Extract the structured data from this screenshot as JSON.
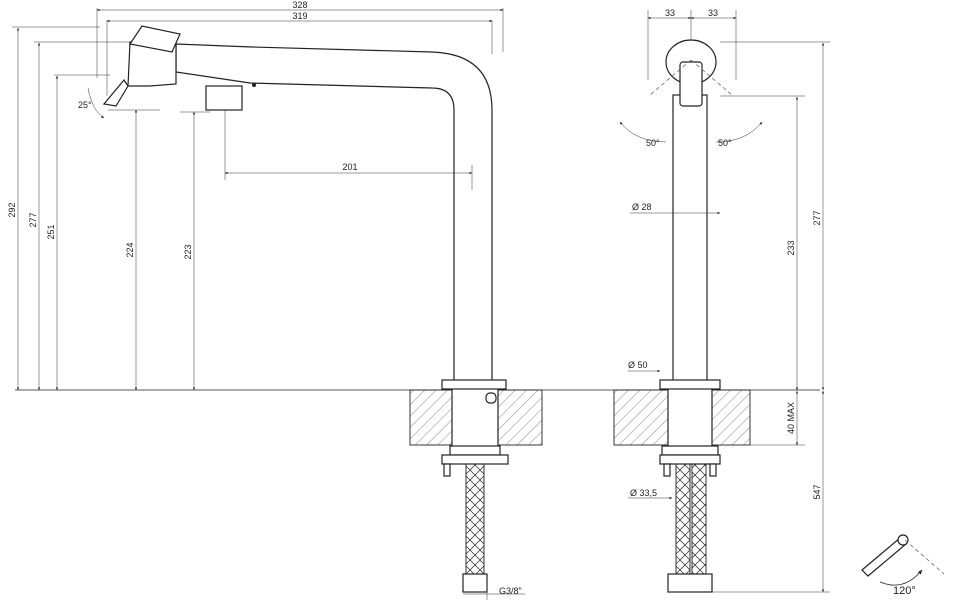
{
  "dimensions": {
    "side": {
      "overall_width": "328",
      "spout_width": "319",
      "reach": "201",
      "h292": "292",
      "h277": "277",
      "h251": "251",
      "h224": "224",
      "h223": "223",
      "angle": "25°"
    },
    "front": {
      "half_left": "33",
      "half_right": "33",
      "angle_left": "50°",
      "angle_right": "50°",
      "body_diameter": "Ø 28",
      "base_diameter": "Ø 50",
      "shank_diameter": "Ø 33,5",
      "h277": "277",
      "h233": "233",
      "counter_max": "40 MAX",
      "hose_length": "547"
    },
    "connection": "G3/8\"",
    "rotation": "120°"
  },
  "colors": {
    "line": "#222222",
    "hatch": "#555555",
    "background": "#ffffff"
  },
  "icons": [
    "rotation-arrow-icon"
  ]
}
